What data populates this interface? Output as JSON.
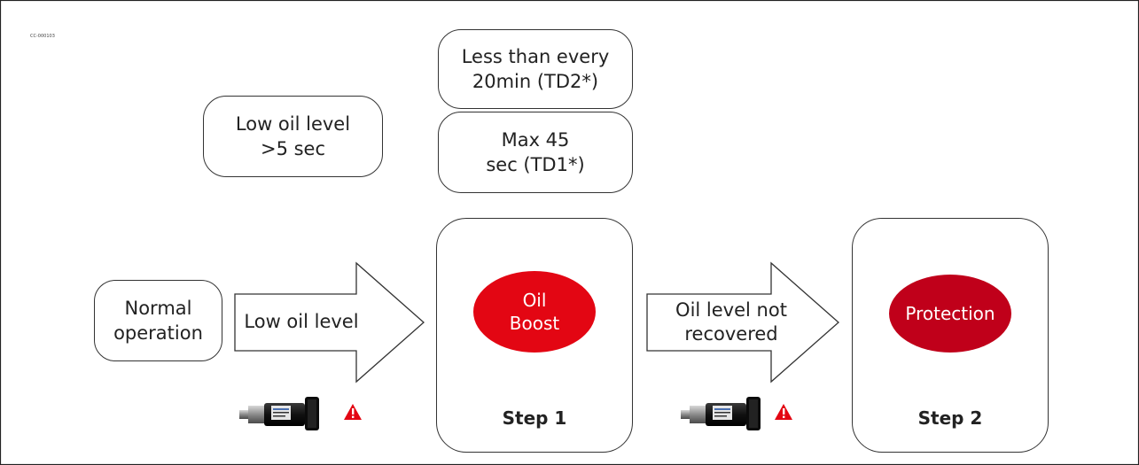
{
  "doc_code": "CC-000103",
  "boxes": {
    "low_oil_5sec": "Low oil level\n>5 sec",
    "less_than_20min": "Less than every\n20min (TD2*)",
    "max_45sec": "Max 45\nsec (TD1*)",
    "normal_operation": "Normal\noperation"
  },
  "arrows": {
    "low_oil_level": "Low oil level",
    "oil_not_recovered": "Oil level not\nrecovered"
  },
  "steps": {
    "step1": {
      "label": "Step 1",
      "state": "Oil\nBoost"
    },
    "step2": {
      "label": "Step 2",
      "state": "Protection"
    }
  },
  "colors": {
    "state_red": "#e30613",
    "state_dark_red": "#c0001a",
    "warning_red": "#e30613"
  },
  "icons": [
    "pressure-sensor-icon",
    "warning-triangle-icon"
  ]
}
